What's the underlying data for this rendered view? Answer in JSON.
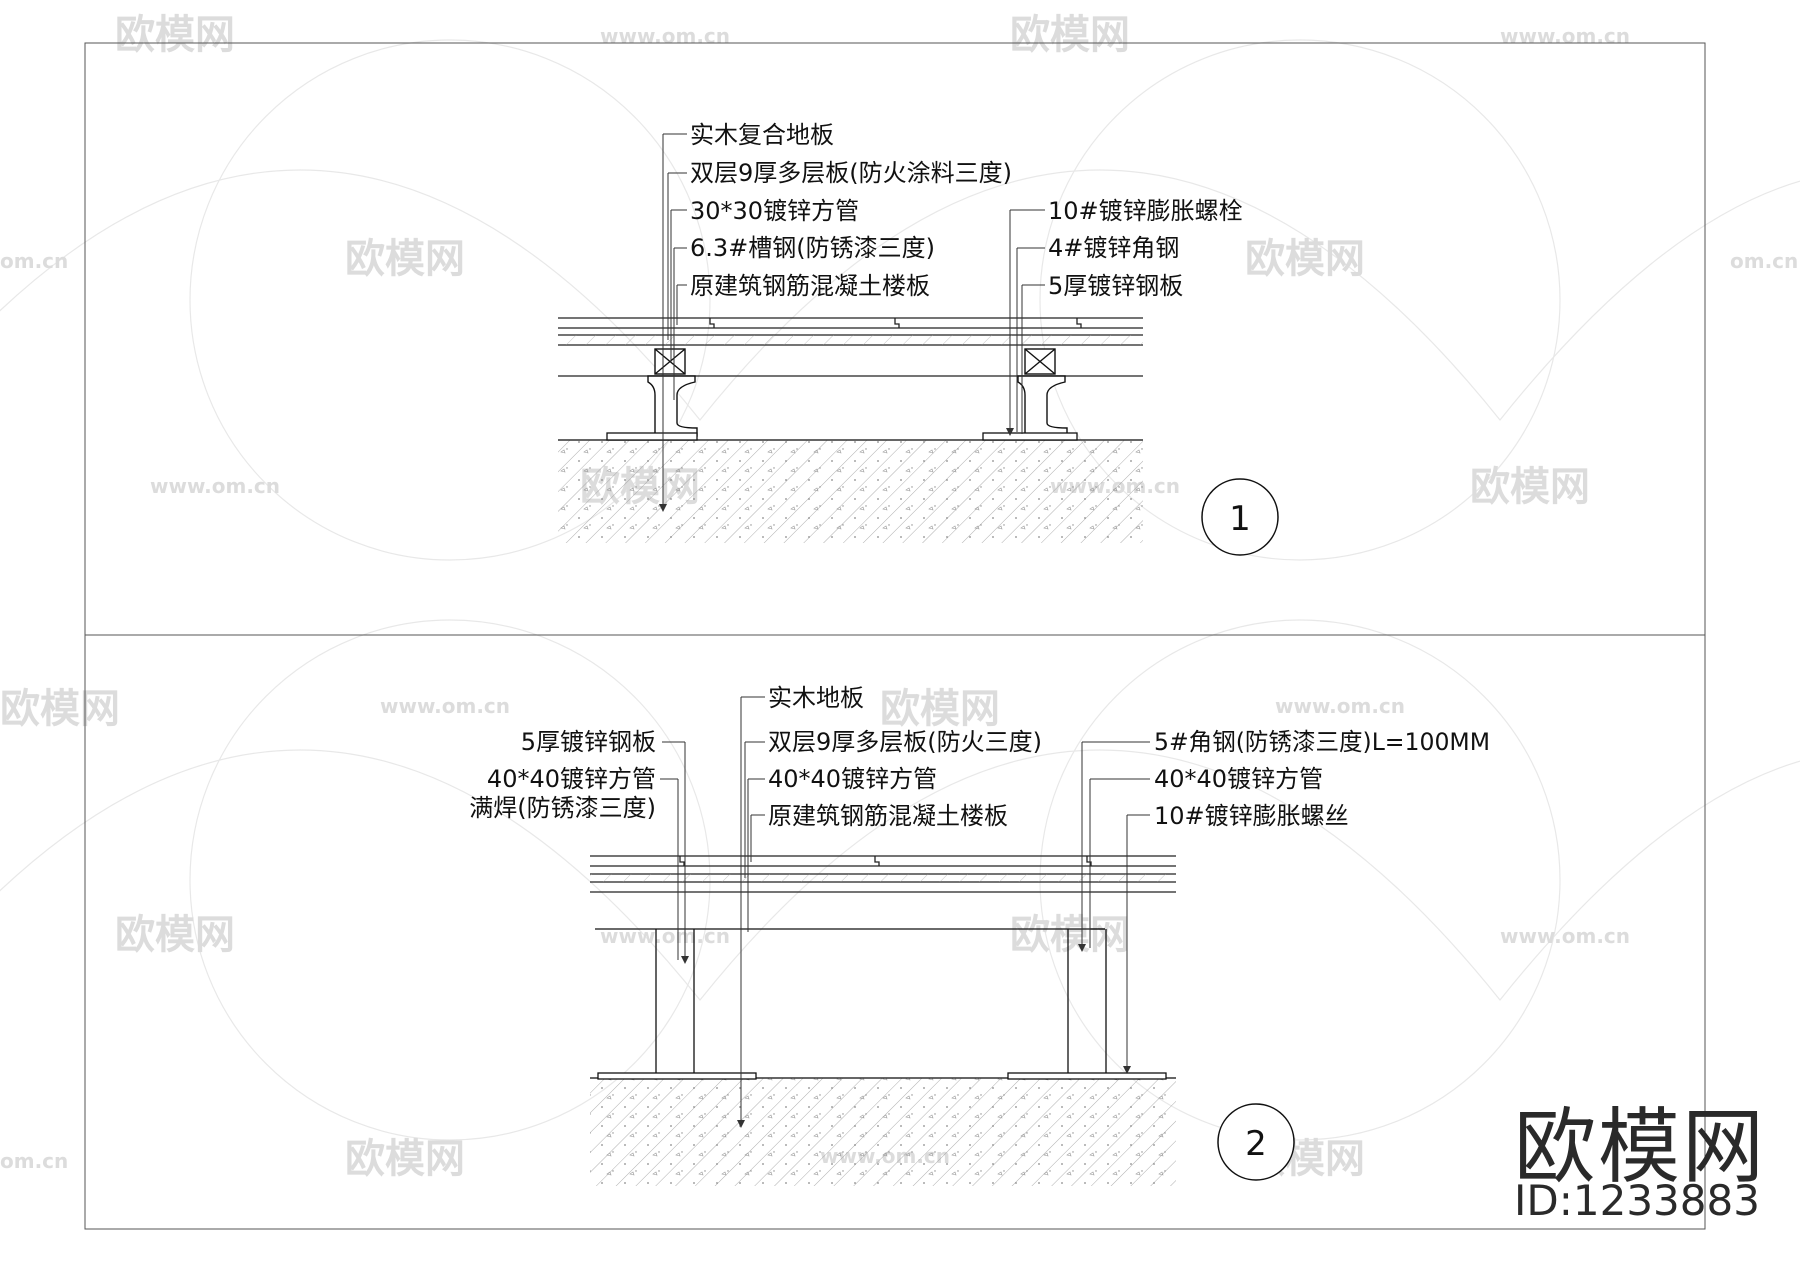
{
  "watermark": {
    "brand": "欧模网",
    "url": "www.om.cn",
    "url_short": "om.cn"
  },
  "stamp": {
    "brand": "欧模网",
    "id_text": "ID:1233883"
  },
  "detail1": {
    "number": "1",
    "labels_left": [
      "实木复合地板",
      "双层9厚多层板(防火涂料三度)",
      "30*30镀锌方管",
      "6.3#槽钢(防锈漆三度)",
      "原建筑钢筋混凝土楼板"
    ],
    "labels_right": [
      "10#镀锌膨胀螺栓",
      "4#镀锌角钢",
      "5厚镀锌钢板"
    ]
  },
  "detail2": {
    "number": "2",
    "labels_left": [
      "5厚镀锌钢板",
      "40*40镀锌方管",
      "满焊(防锈漆三度)"
    ],
    "labels_center": [
      "实木地板",
      "双层9厚多层板(防火三度)",
      "40*40镀锌方管",
      "原建筑钢筋混凝土楼板"
    ],
    "labels_right": [
      "5#角钢(防锈漆三度)L=100MM",
      "40*40镀锌方管",
      "10#镀锌膨胀螺丝"
    ]
  }
}
